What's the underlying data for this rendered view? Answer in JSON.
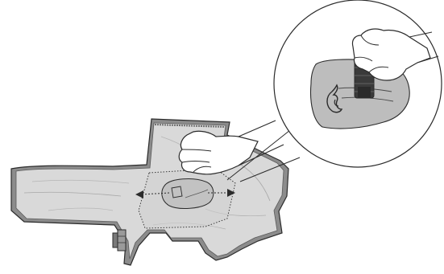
{
  "illustration": {
    "kind": "instruction-line-drawing",
    "parts": [
      "garment-flat",
      "hand-main",
      "center-pad-area",
      "arrow-left",
      "arrow-right",
      "detail-zoom-circle",
      "hand-detail",
      "velcro-strap",
      "flame-logo",
      "side-connector"
    ]
  },
  "colors": {
    "background": "#ffffff",
    "outline": "#2b2b2b",
    "garment_fill": "#d9d9d9",
    "garment_trim": "#8c8c8c",
    "pad_fill": "#bdbdbd",
    "strap_dark": "#3a3a3a",
    "skin": "#ffffff"
  },
  "icons": {
    "arrow_left": "arrow-left-icon",
    "arrow_right": "arrow-right-icon",
    "flame": "flame-logo-icon"
  }
}
